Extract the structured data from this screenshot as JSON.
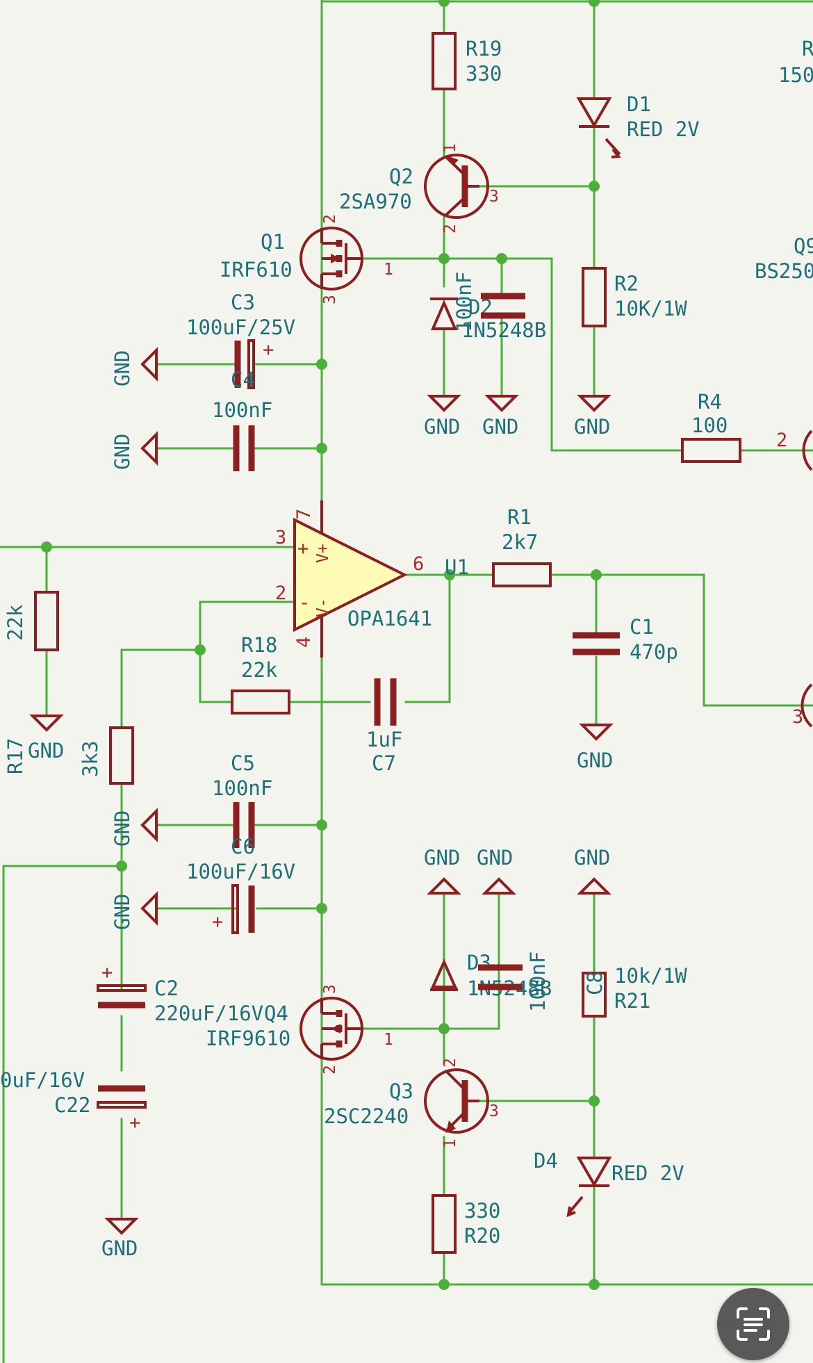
{
  "schematic": {
    "components": {
      "r19": {
        "ref": "R19",
        "value": "330"
      },
      "d1": {
        "ref": "D1",
        "value": "RED 2V"
      },
      "q2": {
        "ref": "Q2",
        "value": "2SA970"
      },
      "q1": {
        "ref": "Q1",
        "value": "IRF610"
      },
      "r2": {
        "ref": "R2",
        "value": "10K/1W"
      },
      "c3": {
        "ref": "C3",
        "value": "100uF/25V"
      },
      "c4": {
        "ref": "C4",
        "value": "100nF"
      },
      "c9": {
        "value": "100nF"
      },
      "d2": {
        "ref": "D2",
        "value": "1N5248B"
      },
      "r4": {
        "ref": "R4",
        "value": "100"
      },
      "u1": {
        "ref": "U1",
        "value": "OPA1641"
      },
      "r1": {
        "ref": "R1",
        "value": "2k7"
      },
      "c1": {
        "ref": "C1",
        "value": "470p"
      },
      "r18": {
        "ref": "R18",
        "value": "22k"
      },
      "c7": {
        "ref": "C7",
        "value": "1uF"
      },
      "r17": {
        "ref": "R17",
        "value": "22k"
      },
      "r3k3": {
        "value": "3k3"
      },
      "c5": {
        "ref": "C5",
        "value": "100nF"
      },
      "c6": {
        "ref": "C6",
        "value": "100uF/16V"
      },
      "c2": {
        "ref": "C2",
        "value": "220uF/16V"
      },
      "c22": {
        "ref": "C22",
        "value": "0uF/16V"
      },
      "q4": {
        "ref": "Q4",
        "value": "IRF9610"
      },
      "d3": {
        "ref": "D3",
        "value": "1N5248B"
      },
      "c10": {
        "value": "100nF"
      },
      "c8": {
        "ref": "C8"
      },
      "r21": {
        "ref": "R21",
        "value": "10k/1W"
      },
      "q3": {
        "ref": "Q3",
        "value": "2SC2240"
      },
      "d4": {
        "ref": "D4",
        "value": "RED 2V"
      },
      "r20": {
        "ref": "R20",
        "value": "330"
      }
    },
    "right_edge": {
      "r_partial": "R",
      "r_value_partial": "150",
      "q_partial": "Q9",
      "q_value_partial": "BS250"
    },
    "net_label": "GND",
    "pins": {
      "p1": "1",
      "p2": "2",
      "p3": "3",
      "p4": "4",
      "p6": "6",
      "p7": "7",
      "plus": "+",
      "minus": "-",
      "vplus": "V+",
      "vminus": "V-"
    }
  },
  "overlay": {
    "lens_button_icon": "scan-text-icon"
  },
  "colors": {
    "wire": "#4caf3c",
    "symbol": "#8c1f1f",
    "label": "#1f6f7a",
    "pin_number": "#a82a2a",
    "opamp_fill": "#fdfbb6",
    "background": "#f4f4ef"
  }
}
